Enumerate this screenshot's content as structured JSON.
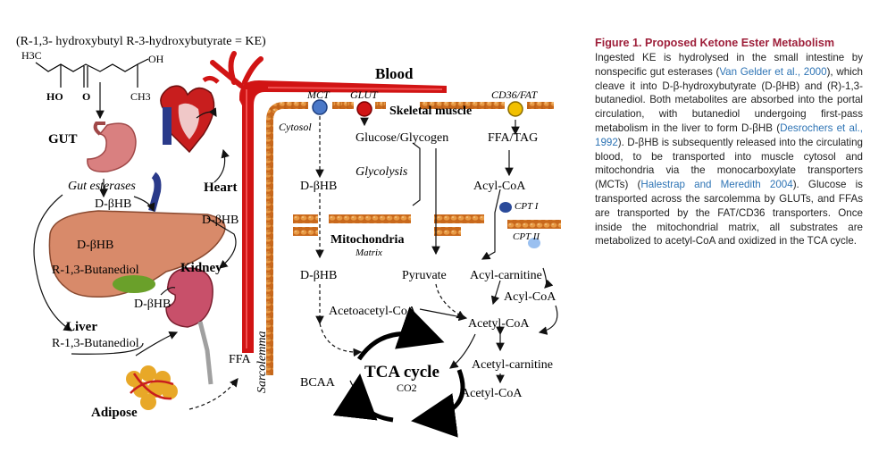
{
  "figure": {
    "ke_name": "(R-1,3- hydroxybutyl R-3-hydroxybutyrate = KE)",
    "mol_h3c": "H3C",
    "mol_oh": "OH",
    "mol_ho": "HO",
    "mol_o": "O",
    "mol_ch3": "CH3",
    "gut": "GUT",
    "gut_esterases": "Gut esterases",
    "dbhb": "D-βHB",
    "heart": "Heart",
    "kidney": "Kidney",
    "butanediol": "R-1,3-Butanediol",
    "liver": "Liver",
    "liver_butanediol": "R-1,3-Butanediol",
    "adipose": "Adipose",
    "ffa": "FFA",
    "blood": "Blood",
    "mct": "MCT",
    "glut": "GLUT",
    "cd36": "CD36/FAT",
    "skeletal_muscle": "Skeletal muscle",
    "cytosol": "Cytosol",
    "sarcolemma": "Sarcolemma",
    "glucose_glycogen": "Glucose/Glycogen",
    "ffa_tag": "FFA/TAG",
    "glycolysis": "Glycolysis",
    "acyl_coa": "Acyl-CoA",
    "cpt1": "CPT I",
    "cpt2": "CPT II",
    "mitochondria": "Mitochondria",
    "matrix": "Matrix",
    "pyruvate": "Pyruvate",
    "acyl_carnitine": "Acyl-carnitine",
    "acetoacetyl_coa": "Acetoacetyl-CoA",
    "acetyl_coa": "Acetyl-CoA",
    "acetyl_carnitine": "Acetyl-carnitine",
    "tca_cycle": "TCA cycle",
    "co2": "CO2",
    "bcaa": "BCAA"
  },
  "caption": {
    "title": "Figure 1. Proposed Ketone Ester Metabolism",
    "p1": "Ingested KE is hydrolysed in the small intestine by nonspecific gut esterases (",
    "ref1": "Van Gelder et al., 2000",
    "p2": "), which cleave it into D-β-hydroxybutyrate (D-βHB) and (R)-1,3-butanediol. Both metabolites are absorbed into the portal circulation, with butanediol undergoing first-pass metabolism in the liver to form D-βHB (",
    "ref2": "Desrochers et al., 1992",
    "p3": "). D-βHB is subsequently released into the circulating blood, to be transported into muscle cytosol and mitochondria via the monocarboxylate transporters (MCTs) (",
    "ref3": "Halestrap and Meredith 2004",
    "p4": "). Glucose is transported across the sarcolemma by GLUTs, and FFAs are transported by the FAT/CD36 transporters. Once inside the mitochondrial matrix, all substrates are metabolized to acetyl-CoA and oxidized in the TCA cycle."
  }
}
